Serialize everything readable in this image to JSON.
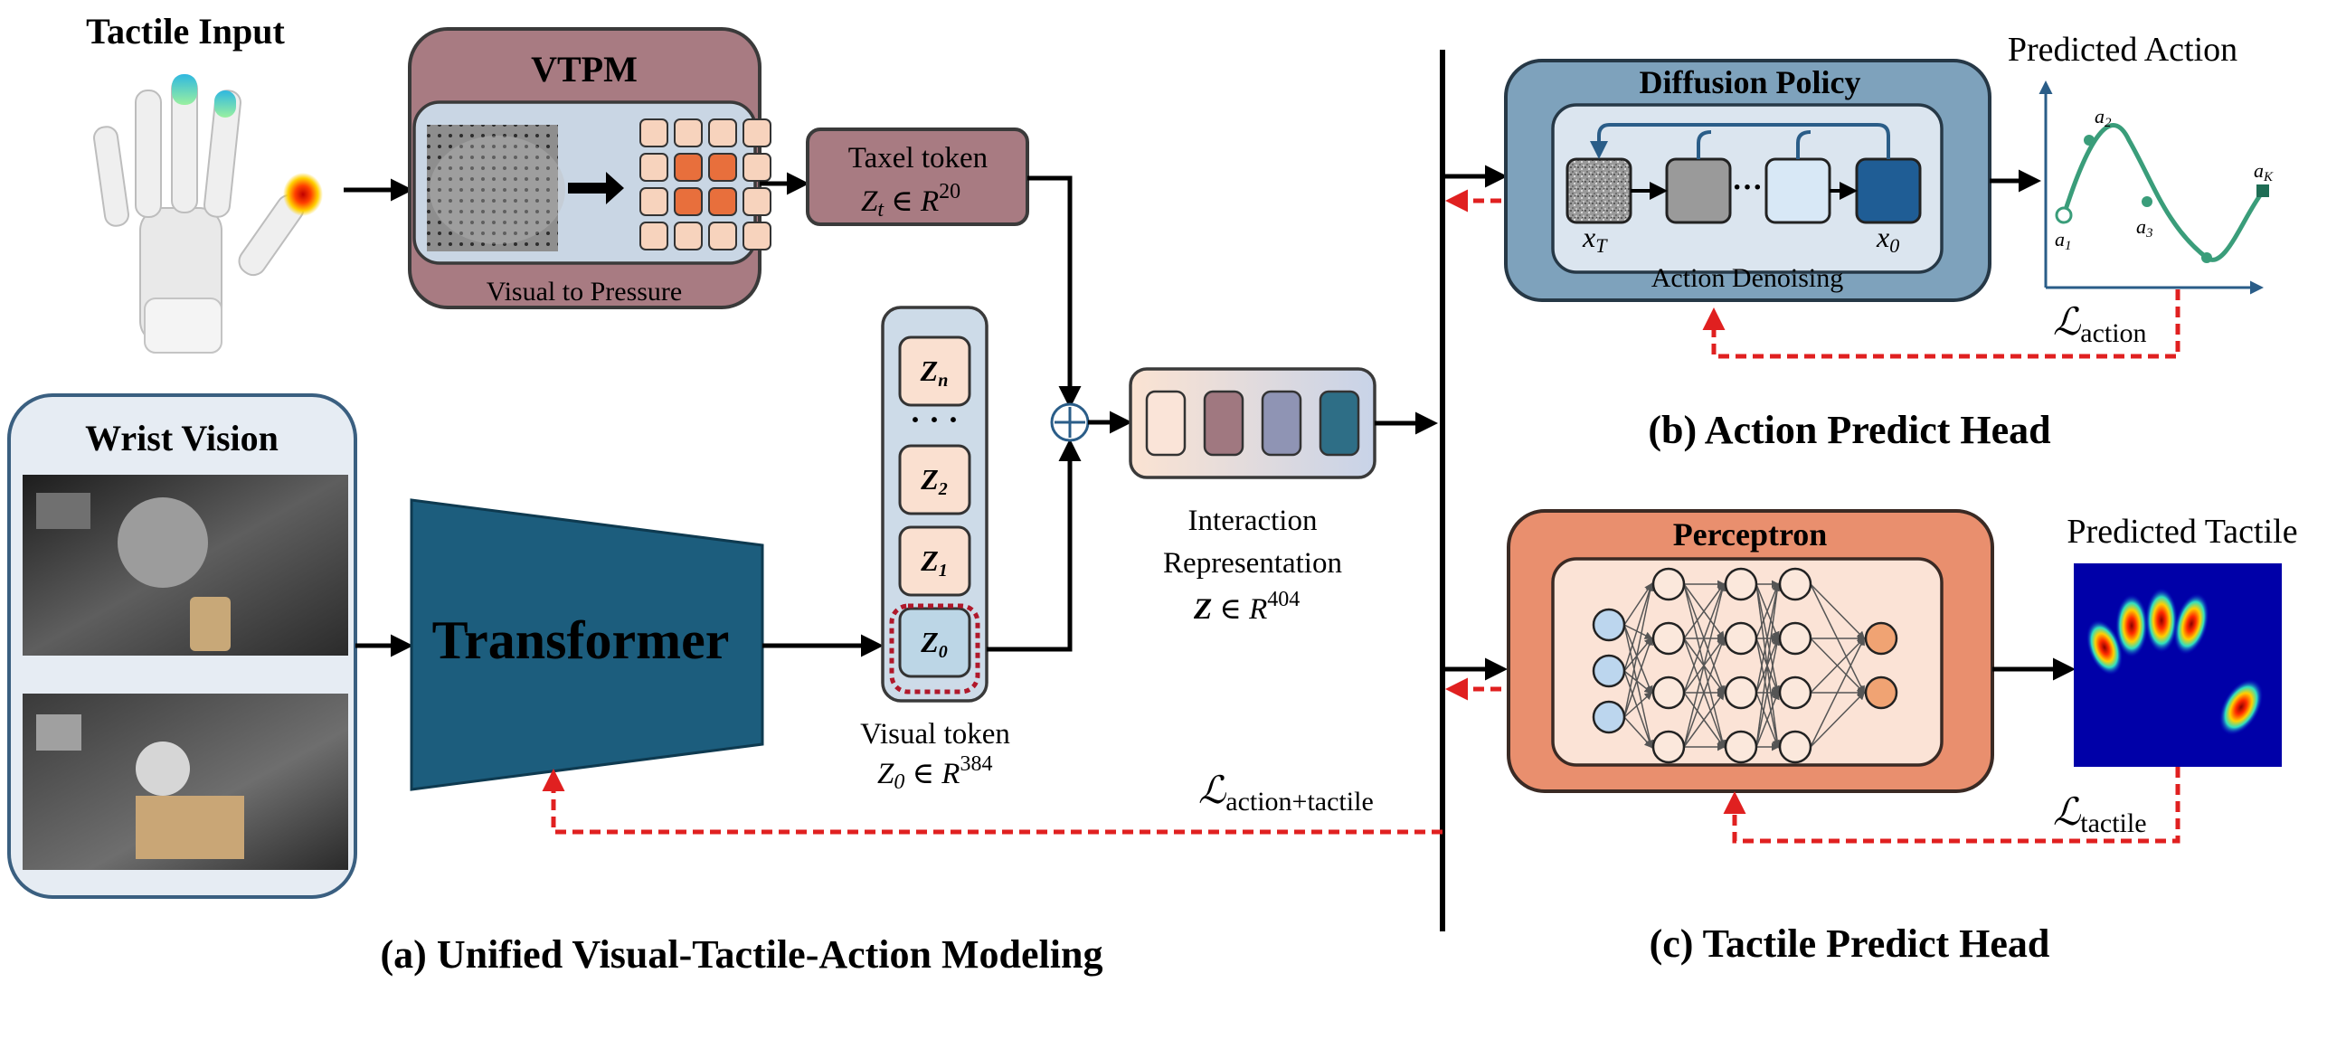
{
  "tactile_input": {
    "title": "Tactile Input"
  },
  "vtpm": {
    "title": "VTPM",
    "caption": "Visual to Pressure",
    "grid_cell_colors": [
      [
        "#f7d3bd",
        "#f7d3bd",
        "#f7d3bd",
        "#f7d3bd"
      ],
      [
        "#f7d3bd",
        "#e86f3c",
        "#e86f3c",
        "#f7d3bd"
      ],
      [
        "#f7d3bd",
        "#e86f3c",
        "#e86f3c",
        "#f7d3bd"
      ],
      [
        "#f7d3bd",
        "#f7d3bd",
        "#f7d3bd",
        "#f7d3bd"
      ]
    ]
  },
  "taxel_token": {
    "label": "Taxel token",
    "formula_var": "Z",
    "formula_sub": "t",
    "formula_in": "∈",
    "formula_space": "R",
    "formula_exp": "20"
  },
  "wrist_vision": {
    "title": "Wrist Vision"
  },
  "transformer": {
    "label": "Transformer"
  },
  "visual_tokens": {
    "items": [
      {
        "var": "Z",
        "sub": "n"
      },
      {
        "var": "Z",
        "sub": "2"
      },
      {
        "var": "Z",
        "sub": "1"
      },
      {
        "var": "Z",
        "sub": "0"
      }
    ],
    "ellipsis": "· · ·",
    "caption": "Visual token",
    "formula_var": "Z",
    "formula_sub": "0",
    "formula_in": "∈",
    "formula_space": "R",
    "formula_exp": "384"
  },
  "interaction": {
    "line1": "Interaction",
    "line2": "Representation",
    "formula_var": "Z",
    "formula_in": "∈",
    "formula_space": "R",
    "formula_exp": "404",
    "cell_colors": [
      "#fae4d8",
      "#a07880",
      "#8f94b4",
      "#2e6e86"
    ]
  },
  "loss_combined": {
    "script": "ℒ",
    "sub": "action+tactile"
  },
  "section_a": {
    "label": "(a) Unified Visual-Tactile-Action Modeling"
  },
  "diffusion": {
    "title": "Diffusion Policy",
    "caption": "Action Denoising",
    "x_t": "x",
    "x_t_sub": "T",
    "x_0": "x",
    "x_0_sub": "0",
    "dots": "···"
  },
  "predicted_action": {
    "title": "Predicted Action",
    "points": [
      {
        "label": "a",
        "sub": "1"
      },
      {
        "label": "a",
        "sub": "2"
      },
      {
        "label": "a",
        "sub": "3"
      },
      {
        "label": "a",
        "sub": "K"
      }
    ],
    "loss_script": "ℒ",
    "loss_sub": "action"
  },
  "section_b": {
    "label": "(b) Action Predict Head"
  },
  "perceptron": {
    "title": "Perceptron"
  },
  "predicted_tactile": {
    "title": "Predicted Tactile",
    "loss_script": "ℒ",
    "loss_sub": "tactile"
  },
  "section_c": {
    "label": "(c) Tactile Predict Head"
  }
}
